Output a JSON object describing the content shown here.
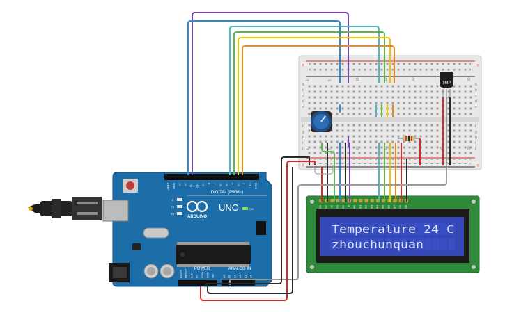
{
  "arduino": {
    "brand": "ARDUINO",
    "model": "UNO",
    "digital_header_label": "DIGITAL (PWM~)",
    "power_label": "POWER",
    "analog_label": "ANALOG IN",
    "on_label": "ON",
    "led_labels": [
      "L",
      "TX",
      "RX"
    ],
    "digital_pin_labels": [
      "AREF",
      "GND",
      "13",
      "12",
      "~11",
      "~10",
      "~9",
      "8",
      "7",
      "~6",
      "~5",
      "4",
      "~3",
      "2",
      "TX 1",
      "RX 0"
    ],
    "power_pin_labels": [
      "IOREF",
      "RESET",
      "3.3V",
      "5V",
      "GND",
      "GND",
      "Vin"
    ],
    "analog_pin_labels": [
      "A0",
      "A1",
      "A2",
      "A3",
      "A4",
      "A5"
    ]
  },
  "breadboard": {
    "column_numbers": [
      "1",
      "5",
      "10",
      "15",
      "20",
      "25",
      "30"
    ],
    "row_letters": [
      "a",
      "b",
      "c",
      "d",
      "e",
      "f",
      "g",
      "h",
      "i",
      "j"
    ]
  },
  "sensor": {
    "label": "TMP"
  },
  "lcd": {
    "line1": "Temperature 24 C",
    "line2": "zhouchunquan",
    "pin_labels": [
      "GND",
      "VCC",
      "V0",
      "RS",
      "RW",
      "E",
      "DB0",
      "DB1",
      "DB2",
      "DB3",
      "DB4",
      "DB5",
      "DB6",
      "DB7",
      "LED",
      "LED"
    ]
  },
  "colors": {
    "arduino_board": "#1d6ea8",
    "lcd_pcb": "#2f8a3a",
    "lcd_screen": "#3447b5",
    "lcd_text": "#dfe6ff",
    "breadboard": "#e8e8e8",
    "wire_purple": "#7a3fb0",
    "wire_blue": "#2a8ad6",
    "wire_teal": "#52b8c4",
    "wire_green": "#5cb848",
    "wire_yellow": "#f0c400",
    "wire_orange": "#ef8a14",
    "wire_red": "#d62a2a",
    "wire_black": "#2a2a2a",
    "wire_gray": "#9a9a9a"
  }
}
